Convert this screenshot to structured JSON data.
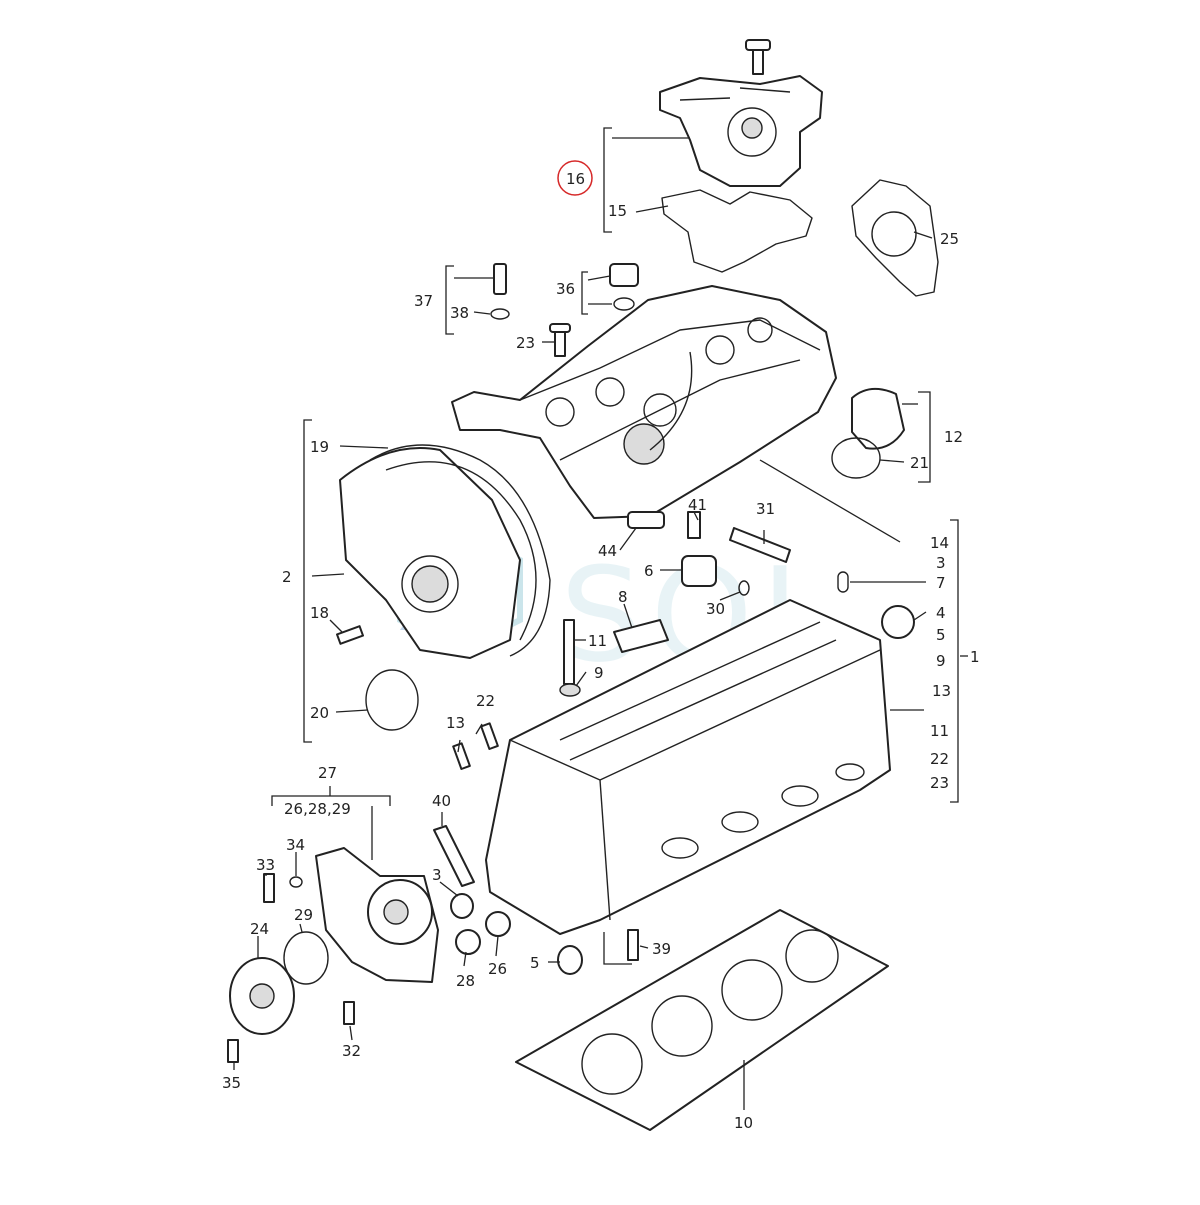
{
  "diagram": {
    "highlight": {
      "color": "#d62828"
    },
    "watermark": {
      "text": "SQL",
      "color": "#8ec6d4"
    },
    "callouts": [
      "16",
      "15",
      "25",
      "37",
      "38",
      "36",
      "23",
      "12",
      "21",
      "19",
      "2",
      "18",
      "20",
      "41",
      "31",
      "44",
      "6",
      "30",
      "8",
      "11",
      "9",
      "14",
      "3",
      "7",
      "4",
      "5",
      "9",
      "13",
      "1",
      "11",
      "22",
      "23",
      "22",
      "13",
      "27",
      "26,28,29",
      "40",
      "33",
      "34",
      "29",
      "3",
      "24",
      "28",
      "26",
      "5",
      "39",
      "32",
      "35",
      "10"
    ]
  }
}
